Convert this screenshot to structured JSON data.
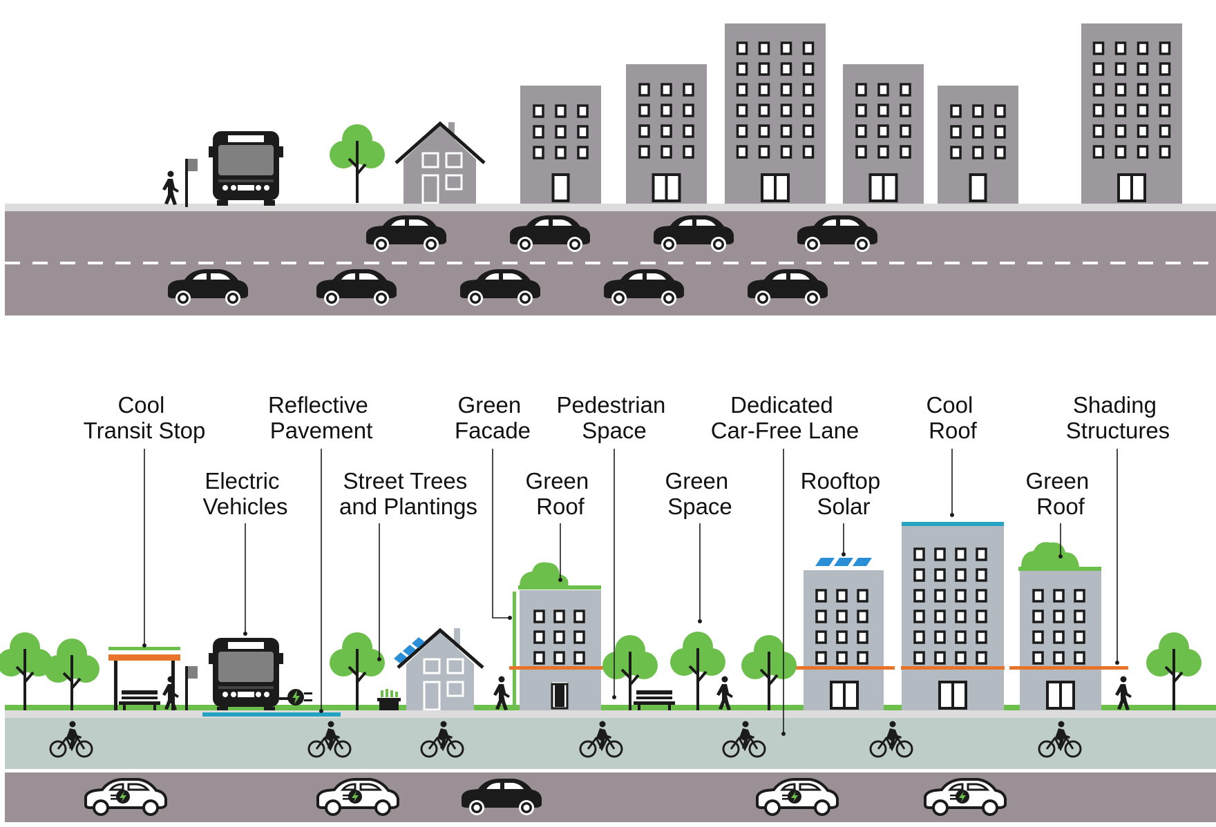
{
  "labels": {
    "cool_transit_stop": [
      "Cool",
      "Transit Stop"
    ],
    "reflective_pavement": [
      "Reflective",
      "Pavement"
    ],
    "green_facade": [
      "Green",
      "Facade"
    ],
    "pedestrian_space": [
      "Pedestrian",
      "Space"
    ],
    "dedicated_car_free_lane": [
      "Dedicated",
      "Car-Free Lane"
    ],
    "cool_roof": [
      "Cool",
      "Roof"
    ],
    "shading_structures": [
      "Shading",
      "Structures"
    ],
    "electric_vehicles": [
      "Electric",
      "Vehicles"
    ],
    "street_trees": [
      "Street Trees",
      "and Plantings"
    ],
    "green_roof_1": [
      "Green",
      "Roof"
    ],
    "green_space": [
      "Green",
      "Space"
    ],
    "rooftop_solar": [
      "Rooftop",
      "Solar"
    ],
    "green_roof_2": [
      "Green",
      "Roof"
    ]
  },
  "colors": {
    "building_gray_top": "#9c989d",
    "road_top": "#9b9095",
    "building_blue_bottom": "#b3bac2",
    "bike_lane": "#bfcdc9",
    "green": "#6cbf4b",
    "orange": "#e8742c",
    "cyan": "#25a4c2",
    "solar_blue": "#2a8fd6",
    "ink": "#111111"
  },
  "icons": [
    "pedestrian-icon",
    "bus-icon",
    "bus-stop-sign-icon",
    "car-icon",
    "electric-car-icon",
    "bicycle-icon",
    "tree-icon",
    "house-icon",
    "bench-icon",
    "planter-icon",
    "ev-plug-icon",
    "solar-panel-icon"
  ]
}
